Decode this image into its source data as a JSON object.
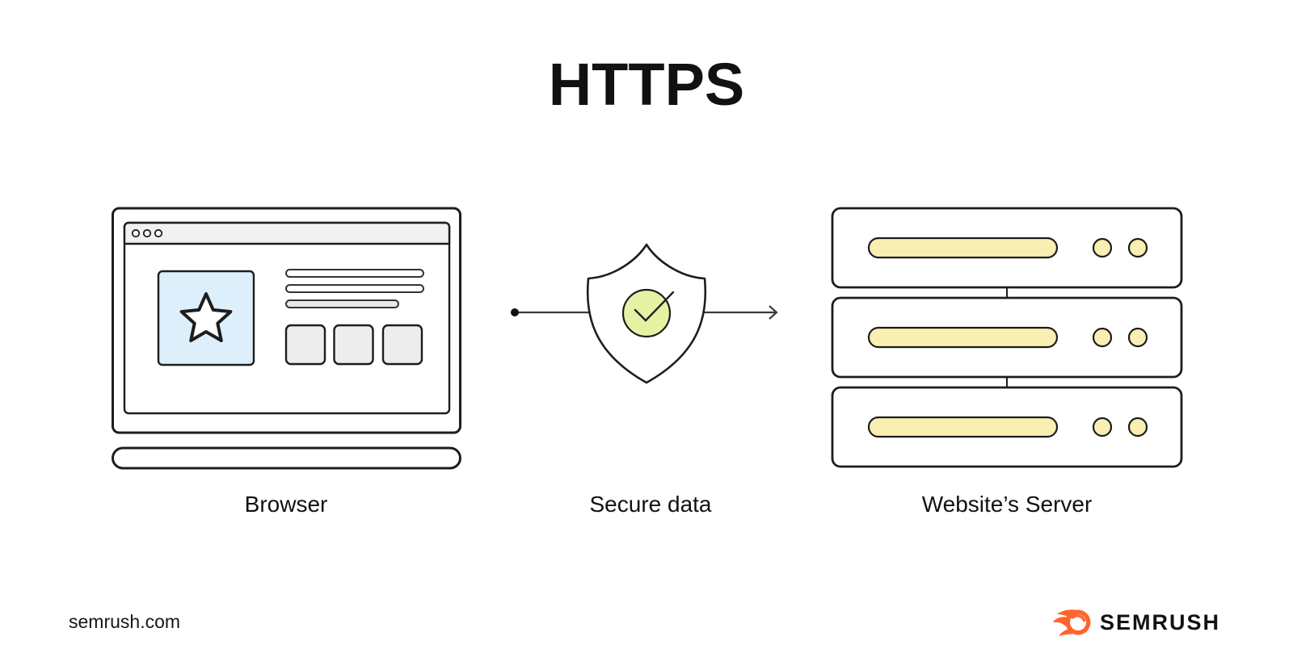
{
  "title": "HTTPS",
  "labels": {
    "browser": "Browser",
    "secure_data": "Secure data",
    "server": "Website’s Server"
  },
  "footer": {
    "site": "semrush.com",
    "brand": "SEMRUSH"
  },
  "icons": {
    "browser": "laptop-browser-icon",
    "star": "star-icon",
    "shield": "shield-check-icon",
    "arrow": "arrow-right-icon",
    "server": "server-rack-icon",
    "brand_flame": "semrush-flame-icon"
  },
  "colors": {
    "light_blue": "#DCEFFB",
    "lime_green": "#E4F3A3",
    "light_yellow": "#FAEFB3",
    "brand_orange": "#FF642D",
    "ink": "#1D1D1D",
    "panel_gray": "#EDEDED",
    "bar_gray": "#F1F1F1",
    "line_gray": "#3A3A3A"
  }
}
